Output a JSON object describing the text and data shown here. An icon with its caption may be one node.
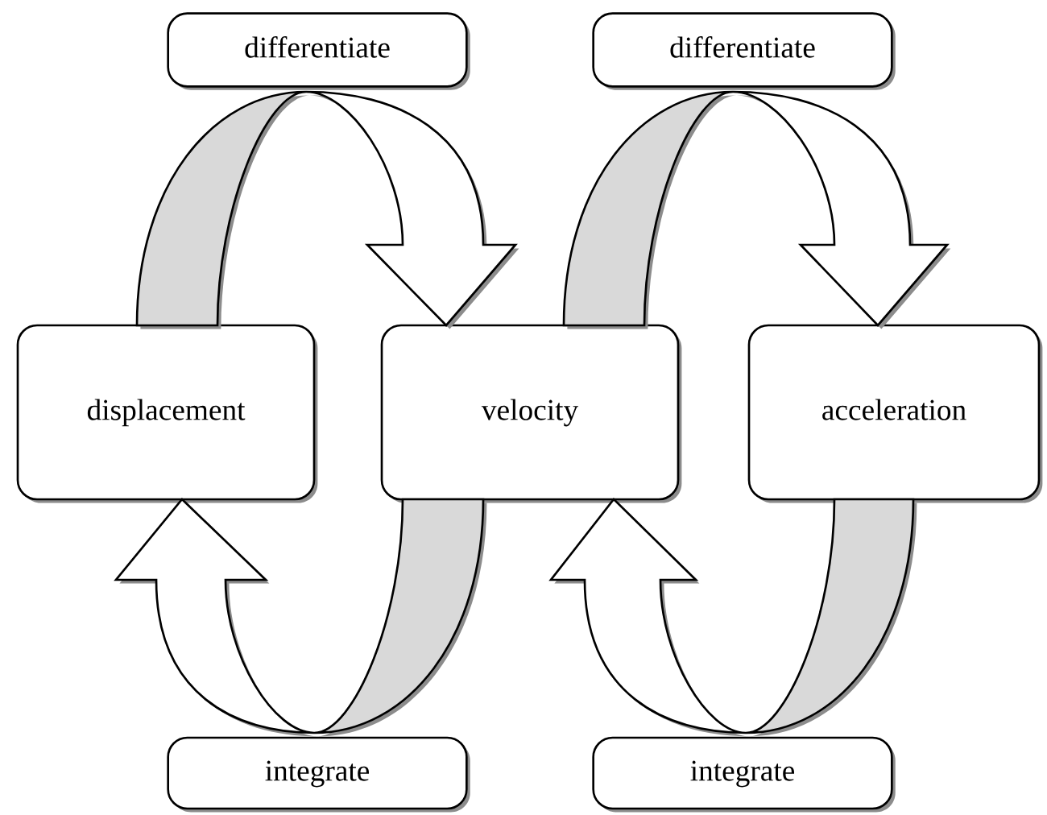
{
  "diagram": {
    "nodes": [
      {
        "text": [
          "differentiate"
        ]
      },
      {
        "text": [
          "differentiate"
        ]
      },
      {
        "text": [
          "displacement"
        ]
      },
      {
        "text": [
          "velocity"
        ]
      },
      {
        "text": [
          "acceleration"
        ]
      },
      {
        "text": [
          "integrate"
        ]
      },
      {
        "text": [
          "integrate"
        ]
      }
    ],
    "edges": [
      {
        "from": 2,
        "to": 3,
        "arrow": "to"
      },
      {
        "from": 3,
        "to": 4,
        "arrow": "to"
      },
      {
        "from": 4,
        "to": 3,
        "arrow": "to"
      },
      {
        "from": 3,
        "to": 2,
        "arrow": "to"
      }
    ]
  }
}
